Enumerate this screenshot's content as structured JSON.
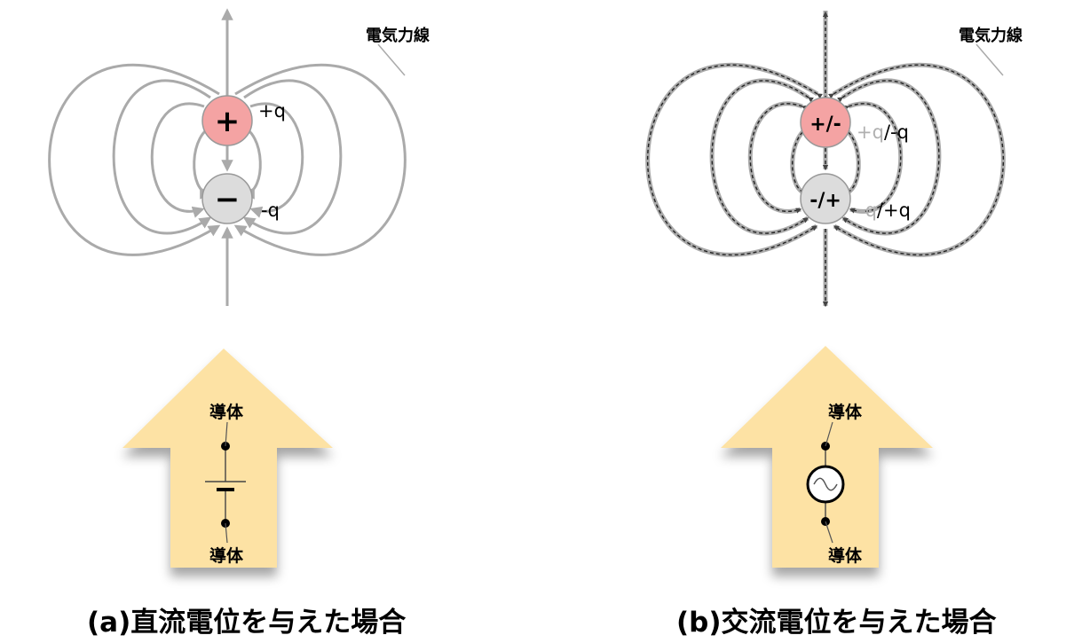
{
  "panels": [
    {
      "id": "a",
      "field_line_label": "電気力線",
      "top_charge": {
        "symbol": "+",
        "label": "+q",
        "color": "#f4a3a3"
      },
      "bottom_charge": {
        "symbol": "−",
        "label": "-q",
        "color": "#dcdcdc"
      },
      "conductor_top_label": "導体",
      "conductor_bottom_label": "導体",
      "source_icon": "dc-battery-icon",
      "caption": "(a)直流電位を与えた場合"
    },
    {
      "id": "b",
      "field_line_label": "電気力線",
      "top_charge": {
        "symbol": "+/-",
        "label_faded": "+q",
        "label_main": "/-q",
        "color": "#f4a3a3"
      },
      "bottom_charge": {
        "symbol": "-/+",
        "label_faded": "-q",
        "label_main": "/+q",
        "color": "#dcdcdc"
      },
      "conductor_top_label": "導体",
      "conductor_bottom_label": "導体",
      "source_icon": "ac-source-icon",
      "caption": "(b)交流電位を与えた場合"
    }
  ],
  "colors": {
    "field_line_gray": "#aaaaaa",
    "arrow_fill": "#fde2a4",
    "positive_charge": "#f4a3a3",
    "negative_charge": "#dcdcdc",
    "faded_label": "#b0b0b0"
  }
}
